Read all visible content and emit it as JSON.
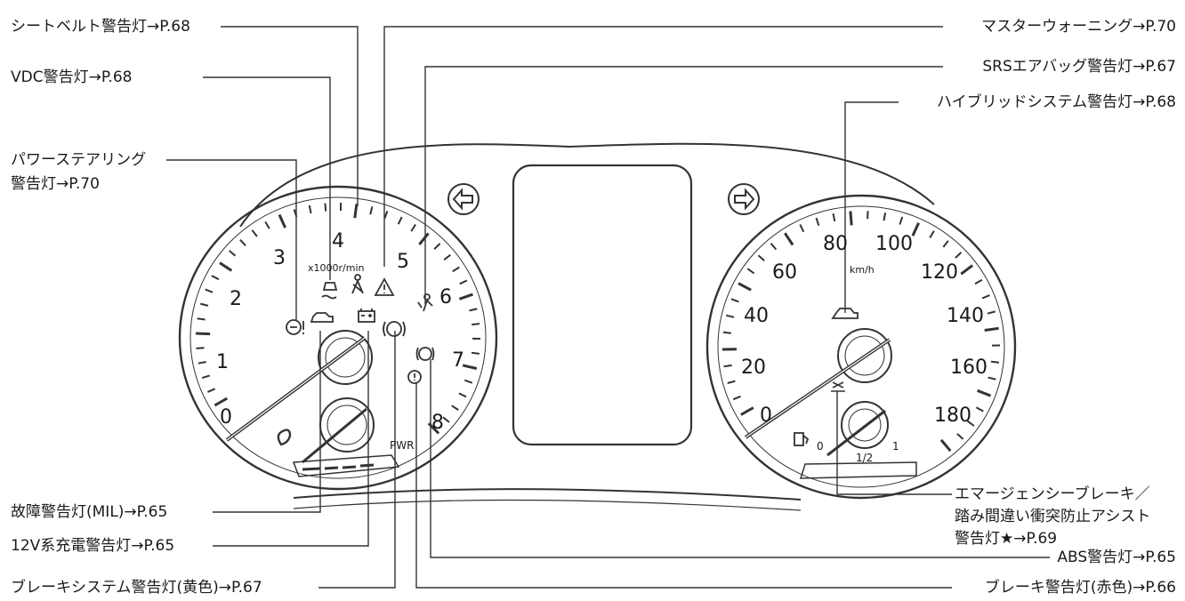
{
  "callouts": {
    "left": [
      "シートベルト警告灯→P.68",
      "VDC警告灯→P.68",
      "パワーステアリング",
      "警告灯→P.70",
      "故障警告灯(MIL)→P.65",
      "12V系充電警告灯→P.65",
      "ブレーキシステム警告灯(黄色)→P.67"
    ],
    "right": [
      "マスターウォーニング→P.70",
      "SRSエアバッグ警告灯→P.67",
      "ハイブリッドシステム警告灯→P.68",
      "エマージェンシーブレーキ／",
      "踏み間違い衝突防止アシスト",
      "警告灯★→P.69",
      "ABS警告灯→P.65",
      "ブレーキ警告灯(赤色)→P.66"
    ]
  },
  "tachometer": {
    "numbers": [
      "0",
      "1",
      "2",
      "3",
      "4",
      "5",
      "6",
      "7",
      "8"
    ],
    "unit": "x1000r/min",
    "mode_label": "PWR"
  },
  "speedometer": {
    "numbers": [
      "0",
      "20",
      "40",
      "60",
      "80",
      "100",
      "120",
      "140",
      "160",
      "180"
    ],
    "unit": "km/h",
    "fuel_labels": [
      "0",
      "1/2",
      "1"
    ]
  },
  "icons": [
    "left-turn-arrow-icon",
    "right-turn-arrow-icon",
    "seatbelt-warning-icon",
    "vdc-warning-icon",
    "master-warning-icon",
    "power-steering-warning-icon",
    "engine-mil-icon",
    "battery-charge-icon",
    "brake-system-yellow-icon",
    "srs-airbag-icon",
    "abs-warning-icon",
    "brake-red-icon",
    "hybrid-system-icon",
    "emergency-brake-icon",
    "fuel-pump-icon",
    "eco-icon"
  ]
}
